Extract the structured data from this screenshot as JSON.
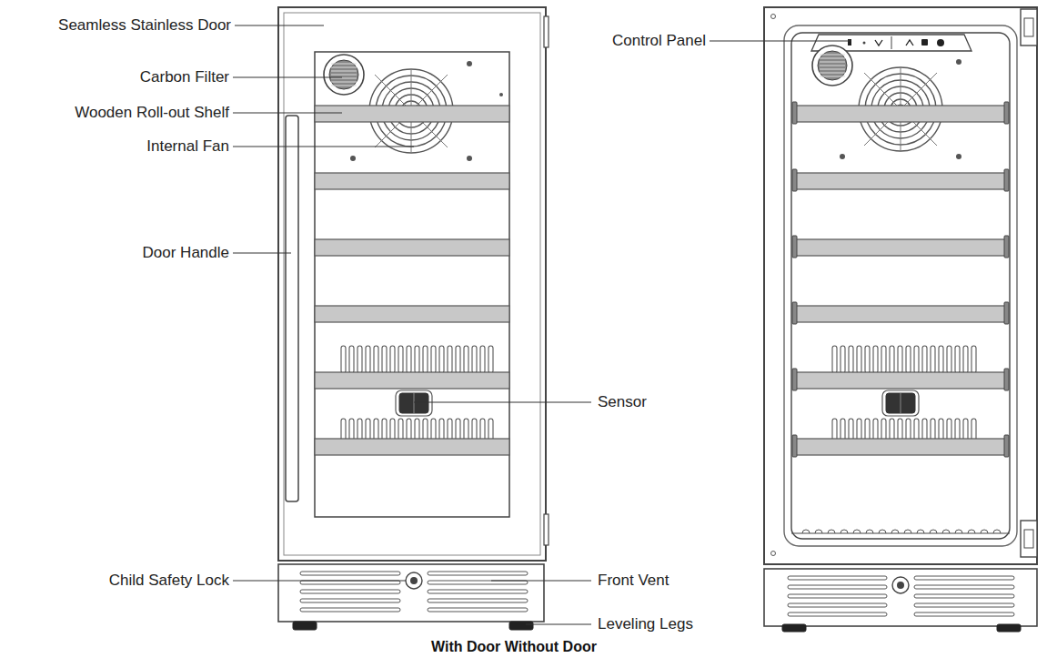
{
  "diagram": {
    "caption": "With Door Without Door",
    "labels": [
      "Seamless Stainless Door",
      "Carbon Filter",
      "Wooden Roll-out Shelf",
      "Internal Fan",
      "Door Handle",
      "Child Safety Lock",
      "Sensor",
      "Front Vent",
      "Leveling Legs",
      "Control Panel"
    ]
  }
}
